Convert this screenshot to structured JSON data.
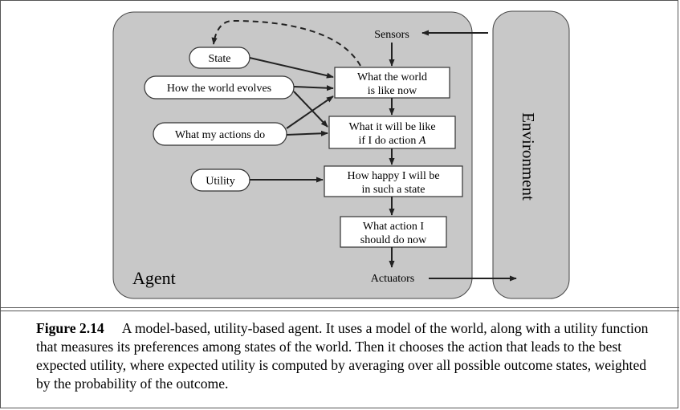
{
  "diagram": {
    "agent_label": "Agent",
    "environment_label": "Environment",
    "sensors_label": "Sensors",
    "actuators_label": "Actuators",
    "state_label": "State",
    "world_evolves_label": "How the world evolves",
    "actions_do_label": "What my actions do",
    "utility_label": "Utility",
    "world_now": [
      "What the world",
      "is like now"
    ],
    "if_action": [
      "What it will be like",
      "if I do action"
    ],
    "action_var": "A",
    "how_happy": [
      "How happy I will be",
      "in such a state"
    ],
    "what_action": [
      "What action I",
      "should do now"
    ]
  },
  "caption": {
    "label": "Figure 2.14",
    "text": "A model-based, utility-based agent. It uses a model of the world, along with a utility function that measures its preferences among states of the world. Then it chooses the action that leads to the best expected utility, where expected utility is computed by averaging over all possible outcome states, weighted by the probability of the outcome."
  },
  "colors": {
    "panel_fill": "#c8c8c8",
    "stroke": "#333333",
    "box_fill": "#ffffff"
  }
}
